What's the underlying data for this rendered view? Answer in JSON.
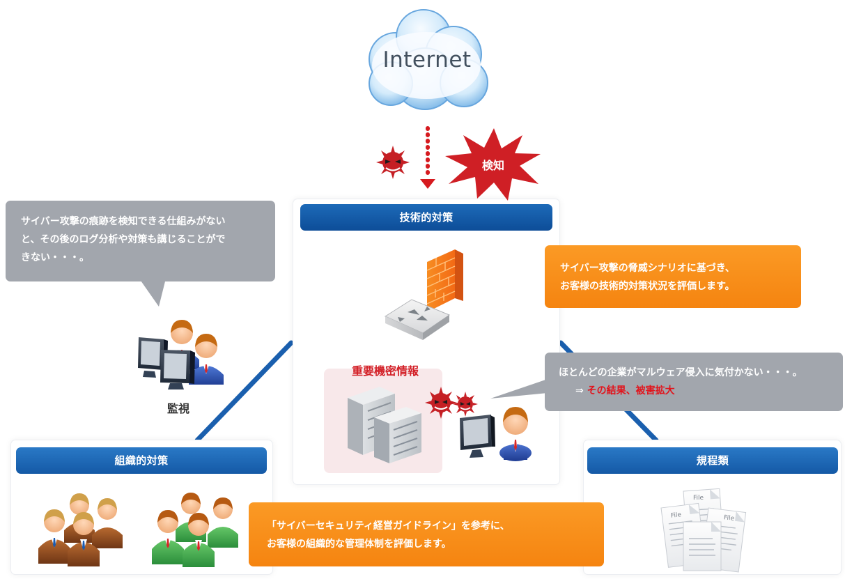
{
  "cloud": {
    "label": "Internet"
  },
  "burst": {
    "label": "検知"
  },
  "headers": {
    "technical": "技術的対策",
    "organizational": "組織的対策",
    "rules": "規程類"
  },
  "bubbles": {
    "top_left": "サイバー攻撃の痕跡を検知できる仕組みがない\nと、その後のログ分析や対策も講じることがで\nきない・・・。",
    "top_right": "サイバー攻撃の脅威シナリオに基づき、\nお客様の技術的対策状況を評価します。",
    "middle_right_line1": "ほとんどの企業がマルウェア侵入に気付かない・・・。",
    "middle_right_prefix": "⇒ ",
    "middle_right_emphasis": "その結果、被害拡大",
    "bottom_center": "「サイバーセキュリティ経営ガイドライン」を参考に、\nお客様の組織的な管理体制を評価します。"
  },
  "labels": {
    "monitoring": "監視",
    "confidential": "重要機密情報"
  },
  "documents": {
    "file_label": "File"
  },
  "colors": {
    "blue": "#1c66b4",
    "orange": "#f68a16",
    "gray": "#a2a6ad",
    "red": "#d32027"
  }
}
